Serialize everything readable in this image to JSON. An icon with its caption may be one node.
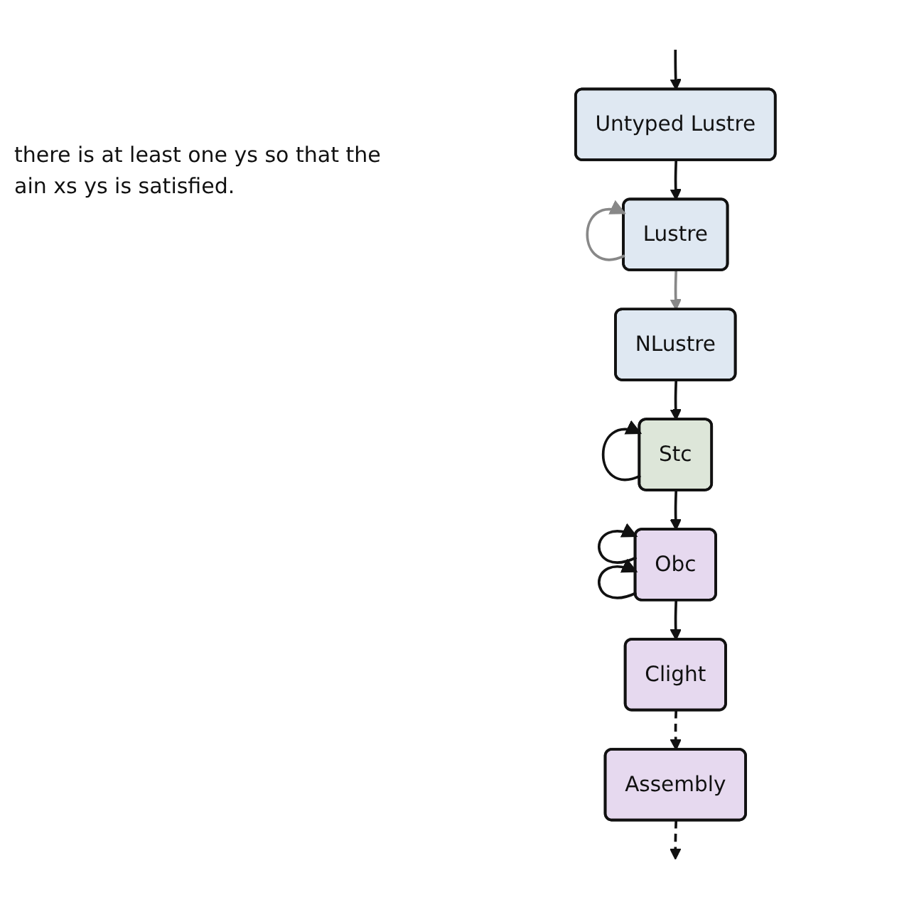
{
  "diagram": {
    "nodes": [
      {
        "text": [
          "Untyped Lustre"
        ]
      },
      {
        "text": [
          "Lustre"
        ]
      },
      {
        "text": [
          "NLustre"
        ]
      },
      {
        "text": [
          "Stc"
        ]
      },
      {
        "text": [
          "Obc"
        ]
      },
      {
        "text": [
          "Clight"
        ]
      },
      {
        "text": [
          "Assembly"
        ]
      }
    ],
    "edges": [
      {
        "from": null,
        "to": 0,
        "arrow": "to"
      },
      {
        "from": 0,
        "to": 1,
        "arrow": "to"
      },
      {
        "from": 1,
        "to": 1,
        "arrow": "to",
        "color": "#888888"
      },
      {
        "from": 1,
        "to": 2,
        "arrow": "to",
        "color": "#888888"
      },
      {
        "from": 2,
        "to": 3,
        "arrow": "to"
      },
      {
        "from": 3,
        "to": 3,
        "arrow": "to"
      },
      {
        "from": 3,
        "to": 4,
        "arrow": "to"
      },
      {
        "from": 4,
        "to": 4,
        "arrow": "to"
      },
      {
        "from": 4,
        "to": 4,
        "arrow": "to"
      },
      {
        "from": 4,
        "to": 5,
        "arrow": "to"
      },
      {
        "from": 5,
        "to": 6,
        "arrow": "to",
        "style": "dashed"
      },
      {
        "from": 6,
        "to": null,
        "arrow": "to",
        "style": "dashed"
      }
    ],
    "labels": [
      "there is at least one ys so that the",
      "ain xs ys is satisfied."
    ]
  }
}
